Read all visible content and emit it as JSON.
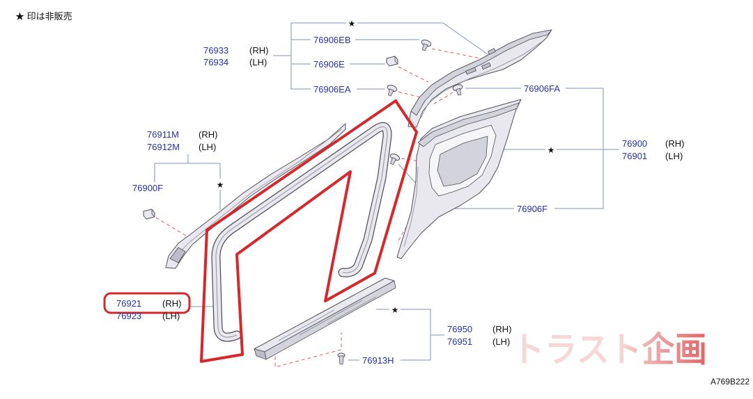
{
  "legend": "★ 印は非販売",
  "star_marker": "★",
  "parts": {
    "upper_quarter_trim": {
      "rh": {
        "number": "76933",
        "side": "(RH)"
      },
      "lh": {
        "number": "76934",
        "side": "(LH)"
      }
    },
    "roof_side_trim": {
      "rh": {
        "number": "76911M",
        "side": "(RH)"
      },
      "lh": {
        "number": "76912M",
        "side": "(LH)"
      }
    },
    "rear_side_trim": {
      "rh": {
        "number": "76900",
        "side": "(RH)"
      },
      "lh": {
        "number": "76901",
        "side": "(LH)"
      }
    },
    "weatherstrip": {
      "rh": {
        "number": "76921",
        "side": "(RH)"
      },
      "lh": {
        "number": "76923",
        "side": "(LH)"
      }
    },
    "sill_plate": {
      "rh": {
        "number": "76950",
        "side": "(RH)"
      },
      "lh": {
        "number": "76951",
        "side": "(LH)"
      }
    }
  },
  "clips": {
    "upper_clip_eb": "76906EB",
    "upper_clip_e": "76906E",
    "upper_clip_ea": "76906EA",
    "rear_clip_fa": "76906FA",
    "rear_clip_f": "76906F",
    "roof_clip": "76900F",
    "sill_clip": "76913H"
  },
  "diagram_code": "A769B222",
  "watermark": "トラスト企画",
  "colors": {
    "part_number": "#2730a8",
    "side_text": "#111111",
    "leader_line": "#7d93bd",
    "dashed_leader": "#e25a5a",
    "highlight": "#d6282b",
    "part_fill": "#e8e8ee",
    "part_stroke": "#4f4f5a",
    "watermark": "#d9484a"
  }
}
